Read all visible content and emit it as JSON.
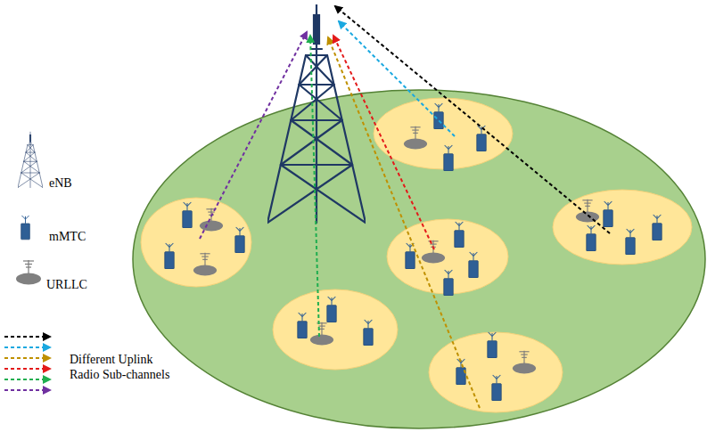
{
  "diagram": {
    "legend": [
      {
        "text": "eNB"
      },
      {
        "text": "mMTC"
      },
      {
        "text": "URLLC"
      },
      {
        "text": "Different Uplink Radio Sub-channels"
      }
    ]
  }
}
